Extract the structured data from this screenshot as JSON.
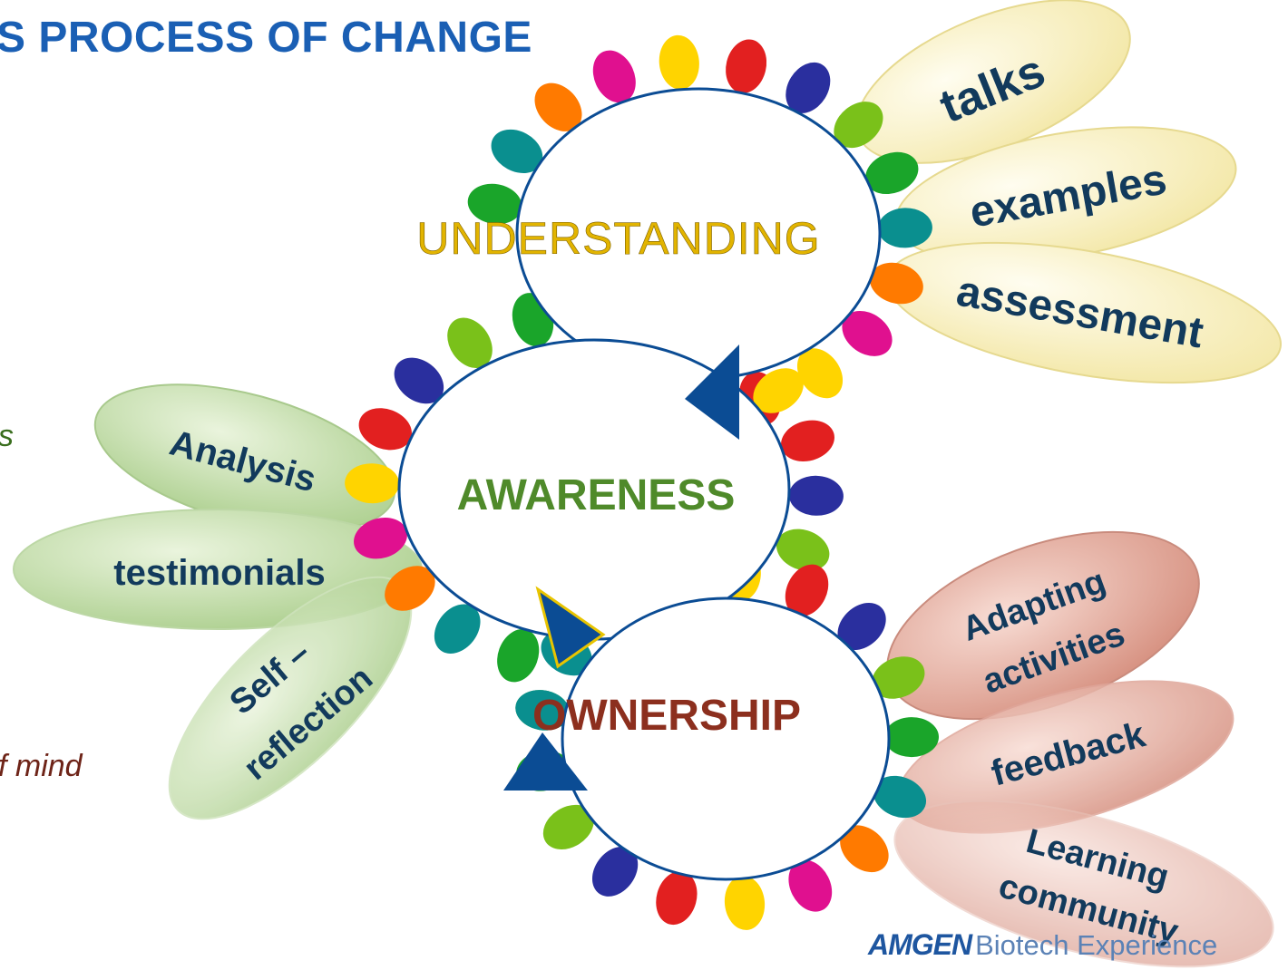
{
  "title": "S PROCESS OF CHANGE",
  "fragments": {
    "awareness_side": "s",
    "ownership_side": "f mind"
  },
  "stages": {
    "understanding": "UNDERSTANDING",
    "awareness": "AWARENESS",
    "ownership": "OWNERSHIP"
  },
  "petals": {
    "understanding": [
      "talks",
      "examples",
      "assessment"
    ],
    "awareness": [
      "Analysis",
      "testimonials",
      "Self –",
      "reflection"
    ],
    "ownership": [
      "Adapting",
      "activities",
      "feedback",
      "Learning",
      "community"
    ]
  },
  "logo": {
    "brand": "AMGEN",
    "rest": "Biotech Experience"
  },
  "colors": {
    "title": "#1a5fb4",
    "arrow": "#0b4c94",
    "understanding_text": "#e2b400",
    "awareness_text": "#4f8a2a",
    "ownership_text": "#8c2f1e",
    "understanding_petal": "#fbf3bf",
    "awareness_petal": "#cfe3b6",
    "ownership_petal": "#e6a99b",
    "petal_text": "#123a5c"
  }
}
